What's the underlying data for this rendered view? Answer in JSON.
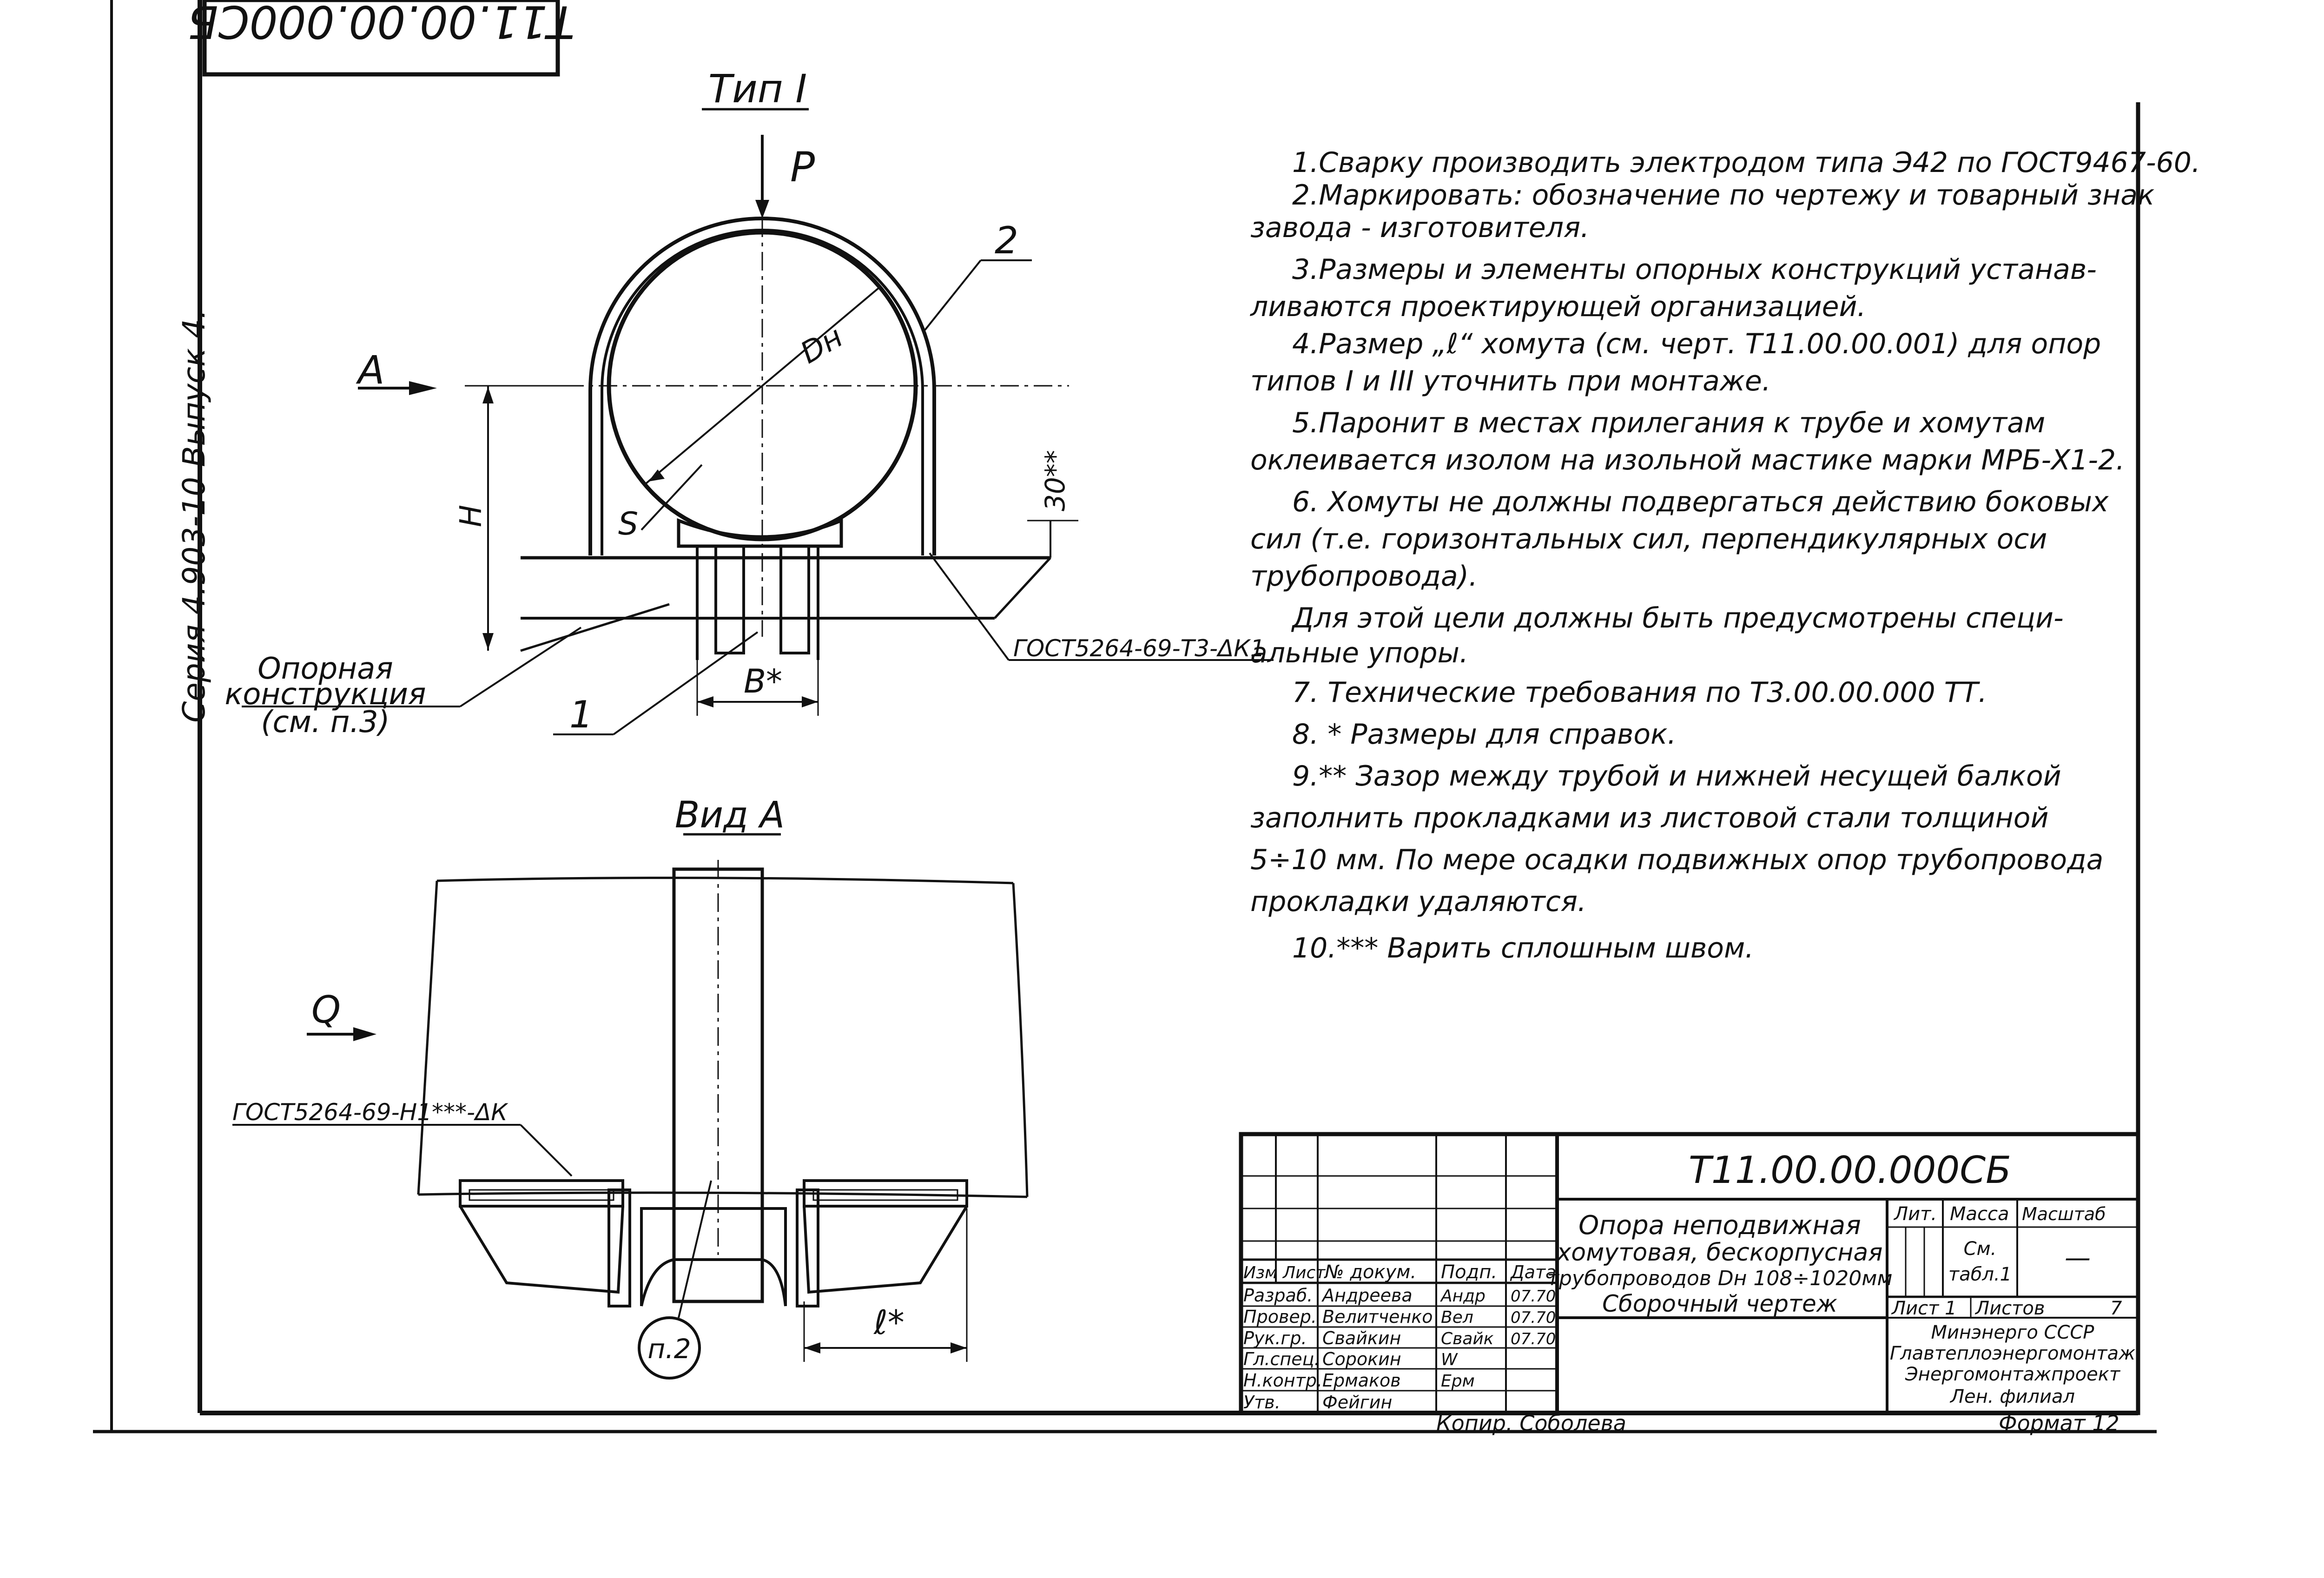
{
  "stamp_code": "Т11.00.00.000СБ",
  "series_label": "Серия 4.903-10  Выпуск 4.",
  "view_type_title": "Тип I",
  "view_a_title": "Вид А",
  "labels": {
    "load_P": "P",
    "section_A": "А",
    "diameter": "Dн",
    "height_H": "H",
    "thickness_S": "S",
    "gap_30": "30**",
    "width_B": "B*",
    "length_l": "ℓ*",
    "flow_Q": "Q",
    "pos1": "1",
    "pos2": "2",
    "note_ref": "п.2"
  },
  "support_label": [
    "Опорная",
    "конструкция",
    "(см. п.3)"
  ],
  "weld_note_1": "ГОСТ5264-69-Т3-ΔК1",
  "weld_note_2": "ГОСТ5264-69-Н1***-ΔК",
  "notes": [
    "1.Сварку производить электродом типа Э42 по ГОСТ9467-60.",
    "2.Маркировать: обозначение по чертежу и товарный знак",
    "завода - изготовителя.",
    "3.Размеры и элементы опорных конструкций устанав-",
    "ливаются проектирующей организацией.",
    "4.Размер „ℓ“ хомута (см. черт. Т11.00.00.001) для опор",
    "типов I и III уточнить при монтаже.",
    "5.Паронит в местах прилегания к трубе и хомутам",
    "оклеивается изолом на изольной мастике марки МРБ-Х1-2.",
    "6. Хомуты не должны подвергаться действию боковых",
    "сил (т.е. горизонтальных сил, перпендикулярных оси",
    "трубопровода).",
    "Для этой цели должны быть предусмотрены специ-",
    "альные упоры.",
    "7. Технические требования по Т3.00.00.000 ТТ.",
    "8. * Размеры для справок.",
    "9.** Зазор между трубой и нижней несущей балкой",
    "заполнить прокладками из листовой стали толщиной",
    "5÷10 мм. По мере осадки подвижных опор трубопровода",
    "прокладки удаляются.",
    "10.*** Варить сплошным швом."
  ],
  "title_block": {
    "code": "Т11.00.00.000СБ",
    "title_lines": [
      "Опора неподвижная",
      "хомутовая, бескорпусная",
      "трубопроводов Dн 108÷1020мм",
      "Сборочный чертеж"
    ],
    "head_cols": [
      "Изм",
      "Лист",
      "№ докум.",
      "Подп.",
      "Дата"
    ],
    "signers": [
      {
        "role": "Разраб.",
        "name": "Андреева",
        "sign": "Андр",
        "date": "07.70"
      },
      {
        "role": "Провер.",
        "name": "Велитченко",
        "sign": "Вел",
        "date": "07.70"
      },
      {
        "role": "Рук.гр.",
        "name": "Свайкин",
        "sign": "Свайк",
        "date": "07.70"
      },
      {
        "role": "Гл.спец.",
        "name": "Сорокин",
        "sign": "W",
        "date": ""
      },
      {
        "role": "Н.контр.",
        "name": "Ермаков",
        "sign": "Ерм",
        "date": ""
      },
      {
        "role": "Утв.",
        "name": "Фейгин",
        "sign": "",
        "date": ""
      }
    ],
    "lit_label": "Лит.",
    "mass_label": "Масса",
    "scale_label": "Масштаб",
    "mass_value_1": "См.",
    "mass_value_2": "табл.1",
    "scale_value": "—",
    "sheet_label": "Лист 1",
    "sheets_label": "Листов",
    "sheets_value": "7",
    "org_lines": [
      "Минэнерго СССР",
      "Главтеплоэнергомонтаж",
      "Энергомонтажпроект",
      "Лен. филиал"
    ]
  },
  "copied_by": "Копир. Соболева",
  "format_label": "Формат 12"
}
